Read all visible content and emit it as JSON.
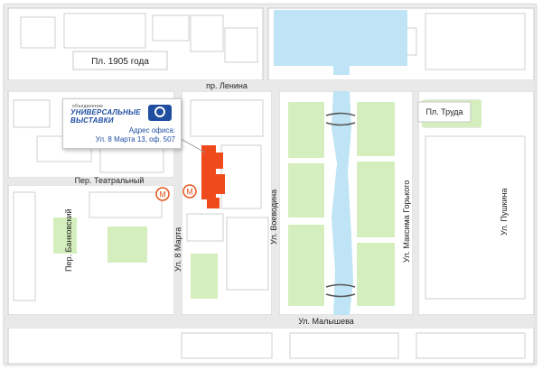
{
  "map": {
    "square_1905": "Пл. 1905 года",
    "square_truda": "Пл. Труда",
    "street_lenina": "пр. Ленина",
    "street_teatralny": "Пер. Театральный",
    "street_bankovsky": "Пер. Банковский",
    "street_8marta": "Ул. 8 Марта",
    "street_voevodina": "Ул. Воеводина",
    "street_gorkogo": "Ул. Максима Горького",
    "street_pushkina": "Ул. Пушкина",
    "street_malysheva": "Ул. Малышева",
    "metro_symbol": "М"
  },
  "colors": {
    "road": "#e6e6e6",
    "block": "#ffffff",
    "outline": "#cccccc",
    "park": "#d6f0c0",
    "water": "#bfe4f5",
    "office": "#ee4a1b",
    "metro": "#e8561f"
  },
  "callout": {
    "logo_small": "объединение",
    "logo_line1": "УНИВЕРСАЛЬНЫЕ",
    "logo_line2": "ВЫСТАВКИ",
    "address_label": "Адрес офиса:",
    "address_value": "Ул. 8 Марта 13, оф. 507"
  }
}
